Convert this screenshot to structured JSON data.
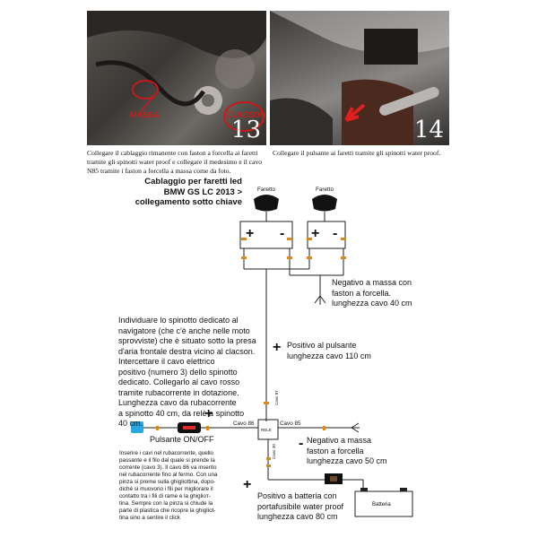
{
  "photos": {
    "left": {
      "number": "13",
      "label_massa": "MASSA",
      "label_clacson": "CLACSON",
      "caption": "Collegare il cablaggio rimanente con faston a forcella ai faretti tramite gli spinotti water proof e collegare il medesimo e il cavo N85 tramite i faston a forcella a massa come da foto."
    },
    "right": {
      "number": "14",
      "caption": "Collegare il pulsante ai faretti tramite gli spinotti water proof."
    }
  },
  "diagram": {
    "title": [
      "Cablaggio per faretti led",
      "BMW GS LC 2013 >",
      "collegamento sotto chiave"
    ],
    "faretto_label": "Faretto",
    "plus": "+",
    "minus": "-",
    "negativo_massa_1": [
      "Negativo a massa con",
      "faston a forcella.",
      "lunghezza cavo 40 cm"
    ],
    "positivo_pulsante": [
      "Positivo al pulsante",
      "lunghezza cavo 110 cm"
    ],
    "instructions": [
      "Individuare lo spinotto dedicato al",
      "navigatore (che c'è anche nelle moto",
      "sprovviste) che è situato sotto la presa",
      "d'aria frontale destra vicino al clacson.",
      "Intercettare il cavo elettrico",
      "positivo (numero 3) dello spinotto",
      "dedicato. Collegarlo al cavo rosso",
      "tramite rubacorrente in dotazione.",
      "Lunghezza cavo da rubacorrente",
      "a spinotto 40 cm, da relè a spinotto",
      "40 cm."
    ],
    "relay": {
      "cavo86": "Cavo 86",
      "cavo85": "Cavo 85",
      "cavo87": "Cavo 87",
      "cavo30": "Cavo 30",
      "center": "RELE"
    },
    "pulsante": "Pulsante ON/OFF",
    "negativo_massa_2": [
      "Negativo a massa",
      "faston a forcella",
      "lunghezza cavo 50 cm"
    ],
    "rubacorrente_note": [
      "Inserire i cavi nel rubacorrente, quello",
      "passante e il filo dal quale si prende la",
      "corrente (cavo 3). Il cavo 86 va inserito",
      "nel rubacorrente fino al fermo. Con una",
      "pinza si preme sulla ghigliottina, dopo-",
      "diché si muovono i fili per migliorare il",
      "contatto tra i fili di rame e la ghiglioт-",
      "tina. Sempre con la pinza si chiude la",
      "parte di plastica che ricopre la ghigliot-",
      "tina sino a sentire il click"
    ],
    "positivo_batteria": [
      "Positivo a batteria con",
      "portafusibile water proof",
      "lunghezza cavo 80 cm"
    ],
    "batteria": "Batteria"
  }
}
